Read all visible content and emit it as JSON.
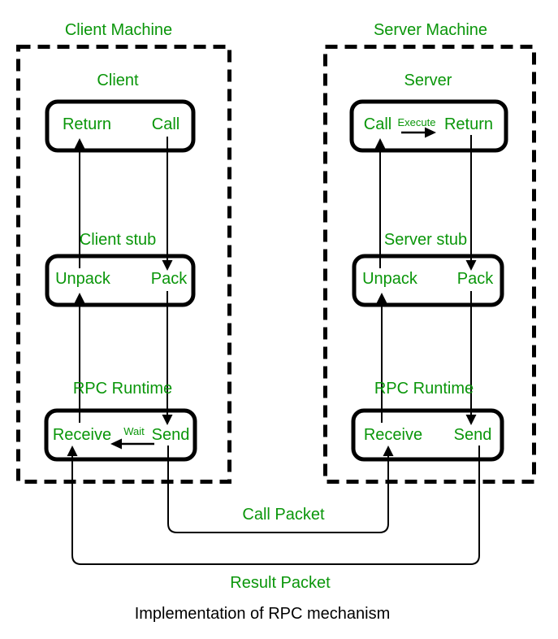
{
  "diagram": {
    "client": {
      "title": "Client Machine",
      "layer_label": "Client",
      "top_box": {
        "left": "Return",
        "right": "Call"
      },
      "stub_label": "Client stub",
      "stub_box": {
        "left": "Unpack",
        "right": "Pack"
      },
      "runtime_label": "RPC Runtime",
      "runtime_box": {
        "left": "Receive",
        "wait_label": "Wait",
        "right": "Send"
      }
    },
    "server": {
      "title": "Server Machine",
      "layer_label": "Server",
      "top_box": {
        "left": "Call",
        "execute_label": "Execute",
        "right": "Return"
      },
      "stub_label": "Server stub",
      "stub_box": {
        "left": "Unpack",
        "right": "Pack"
      },
      "runtime_label": "RPC Runtime",
      "runtime_box": {
        "left": "Receive",
        "right": "Send"
      }
    },
    "packets": {
      "call_label": "Call Packet",
      "result_label": "Result Packet"
    },
    "caption": "Implementation of RPC mechanism",
    "colors": {
      "text_green": "#0a960a",
      "line_black": "#000000"
    }
  }
}
